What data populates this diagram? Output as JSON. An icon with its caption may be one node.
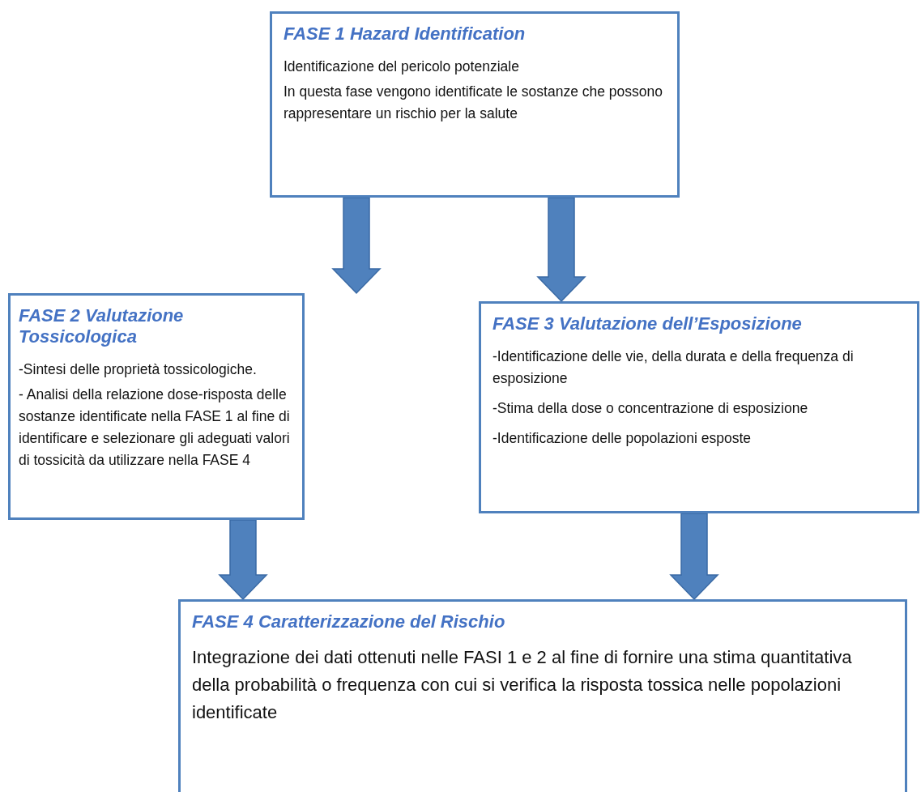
{
  "diagram": {
    "nodes": [
      {
        "text": [
          "FASE 1 Hazard Identification",
          "Identificazione del pericolo potenziale",
          "In questa fase vengono identificate le sostanze che possono rappresentare un rischio per la salute"
        ]
      },
      {
        "text": [
          "FASE 2 Valutazione Tossicologica",
          "-Sintesi delle proprietà tossicologiche.",
          "- Analisi della relazione dose-risposta delle sostanze identificate nella FASE 1 al fine di identificare e selezionare gli adeguati valori di tossicità da utilizzare nella FASE 4"
        ]
      },
      {
        "text": [
          "FASE 3 Valutazione dell’Esposizione",
          "-Identificazione delle vie, della durata e della frequenza di esposizione",
          "-Stima della dose o concentrazione di esposizione",
          "-Identificazione delle popolazioni esposte"
        ]
      },
      {
        "text": [
          "FASE 4 Caratterizzazione del Rischio",
          "Integrazione dei dati ottenuti nelle FASI 1  e 2 al fine di fornire una stima quantitativa della probabilità o frequenza con cui si verifica la risposta tossica nelle popolazioni identificate"
        ]
      }
    ],
    "edges": [
      {
        "from": 0,
        "to": 1,
        "arrow": "to"
      },
      {
        "from": 0,
        "to": 2,
        "arrow": "to"
      },
      {
        "from": 1,
        "to": 3,
        "arrow": "to"
      },
      {
        "from": 2,
        "to": 3,
        "arrow": "to"
      }
    ]
  }
}
